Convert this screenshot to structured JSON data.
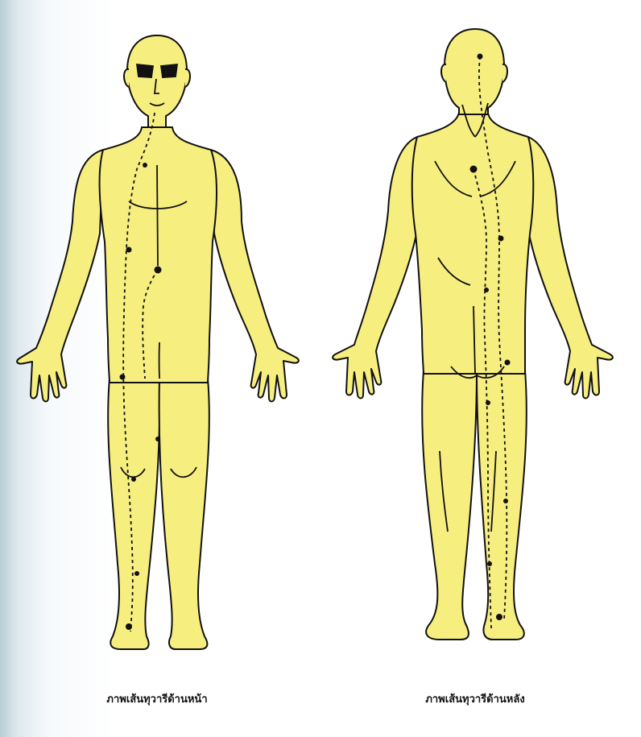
{
  "figures": [
    {
      "id": "front",
      "view": "front",
      "caption": "ภาพเส้นทุวารีด้านหน้า"
    },
    {
      "id": "back",
      "view": "back",
      "caption": "ภาพเส้นทุวารีด้านหลัง"
    }
  ],
  "colors": {
    "body_fill": "#f7ee80",
    "outline": "#111111",
    "meridian_line": "#111111",
    "background": "#ffffff"
  }
}
